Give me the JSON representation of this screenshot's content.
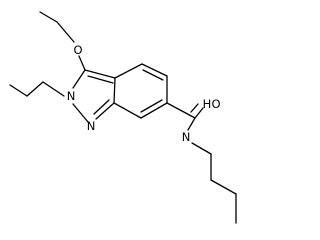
{
  "molecule": {
    "atoms": {
      "ether_o": "O",
      "n2": "N",
      "n1": "N",
      "carbonyl_o": "O",
      "amide_nh": "N"
    },
    "amide_h": "H",
    "colors": {
      "bond": "#000000",
      "label": "#000000",
      "background": "#ffffff"
    }
  }
}
